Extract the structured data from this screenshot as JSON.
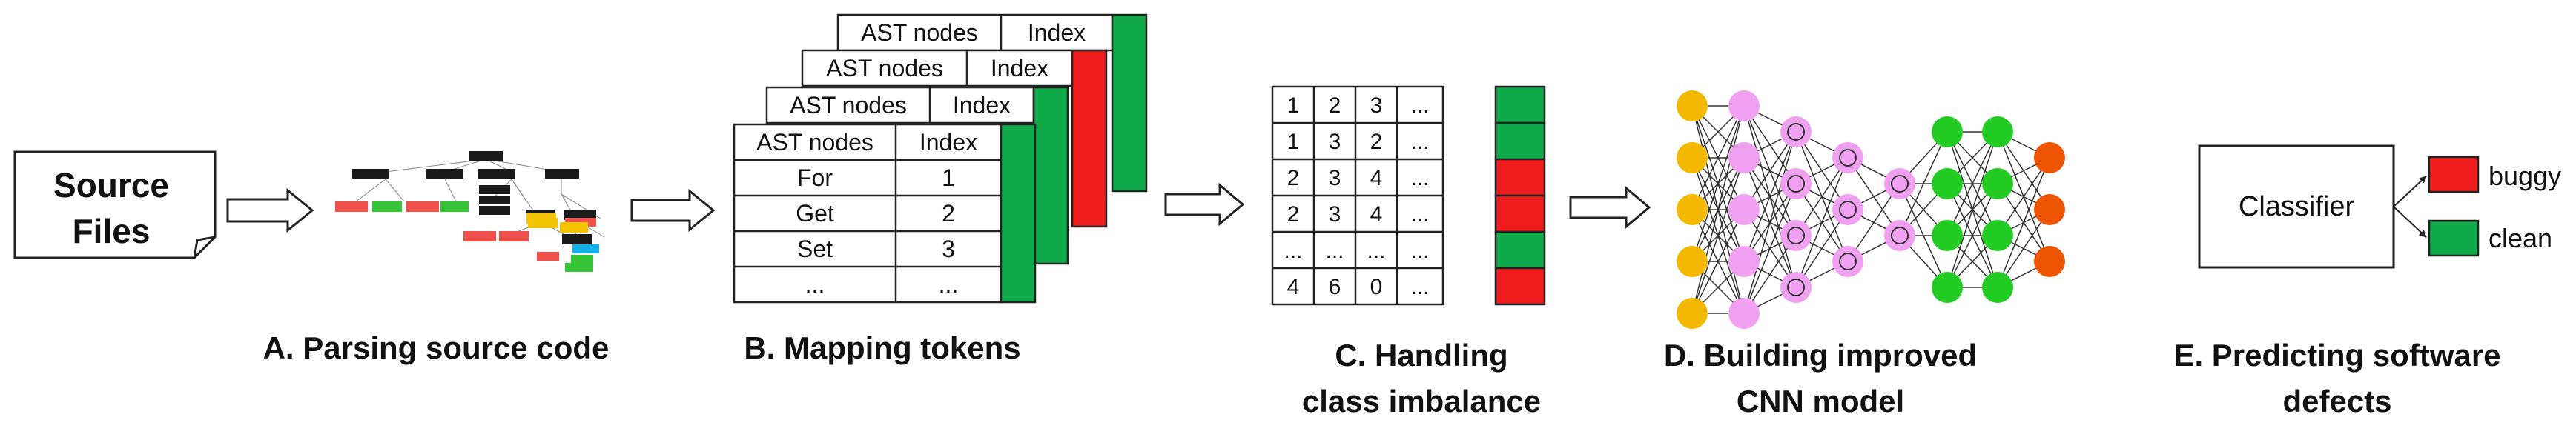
{
  "source_files": {
    "line1": "Source",
    "line2": "Files"
  },
  "captions": {
    "a": "A. Parsing source code",
    "b": "B. Mapping tokens",
    "c_line1": "C.  Handling",
    "c_line2": "class imbalance",
    "d_line1": "D.  Building improved",
    "d_line2": "CNN model",
    "e_line1": "E.  Predicting software",
    "e_line2": "defects"
  },
  "mapping_table": {
    "col_nodes": "AST nodes",
    "col_index": "Index",
    "rows": [
      {
        "node": "For",
        "index": "1"
      },
      {
        "node": "Get",
        "index": "2"
      },
      {
        "node": "Set",
        "index": "3"
      },
      {
        "node": "...",
        "index": "..."
      }
    ]
  },
  "balance_matrix": {
    "rows": [
      [
        "1",
        "2",
        "3",
        "..."
      ],
      [
        "1",
        "3",
        "2",
        "..."
      ],
      [
        "2",
        "3",
        "4",
        "..."
      ],
      [
        "2",
        "3",
        "4",
        "..."
      ],
      [
        "...",
        "...",
        "...",
        "..."
      ],
      [
        "4",
        "6",
        "0",
        "..."
      ]
    ],
    "labels": [
      "green",
      "green",
      "red",
      "red",
      "green",
      "red"
    ]
  },
  "classifier": {
    "label": "Classifier",
    "buggy": "buggy",
    "clean": "clean"
  },
  "colors": {
    "green": "#11aa4a",
    "red": "#ee1c1c",
    "ast_black": "#1a1a1a",
    "ast_red": "#f0524b",
    "ast_green": "#36c436",
    "ast_yellow": "#f5c400",
    "ast_blue": "#12b2e8",
    "cnn_yellow": "#f5b800",
    "cnn_pink": "#f0a0f0",
    "cnn_green": "#22cc22",
    "cnn_orange": "#ee5500"
  }
}
